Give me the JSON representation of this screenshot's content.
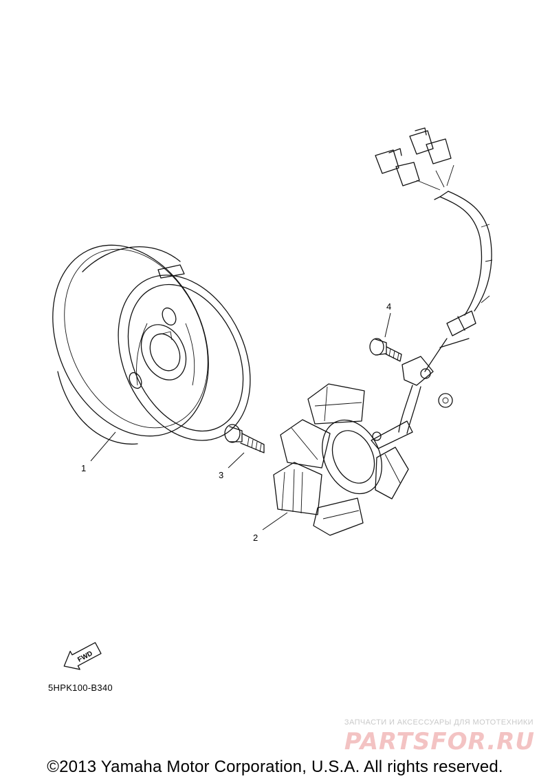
{
  "callouts": {
    "c1": "1",
    "c2": "2",
    "c3": "3",
    "c4": "4"
  },
  "fwd_arrow": {
    "label": "FWD"
  },
  "part_code": "5HPK100-B340",
  "watermark": {
    "subtitle": "ЗАПЧАСТИ И АКСЕССУАРЫ ДЛЯ МОТОТЕХНИКИ",
    "logo": "PARTSFOR.RU"
  },
  "copyright": "©2013 Yamaha Motor Corporation, U.S.A. All rights reserved."
}
